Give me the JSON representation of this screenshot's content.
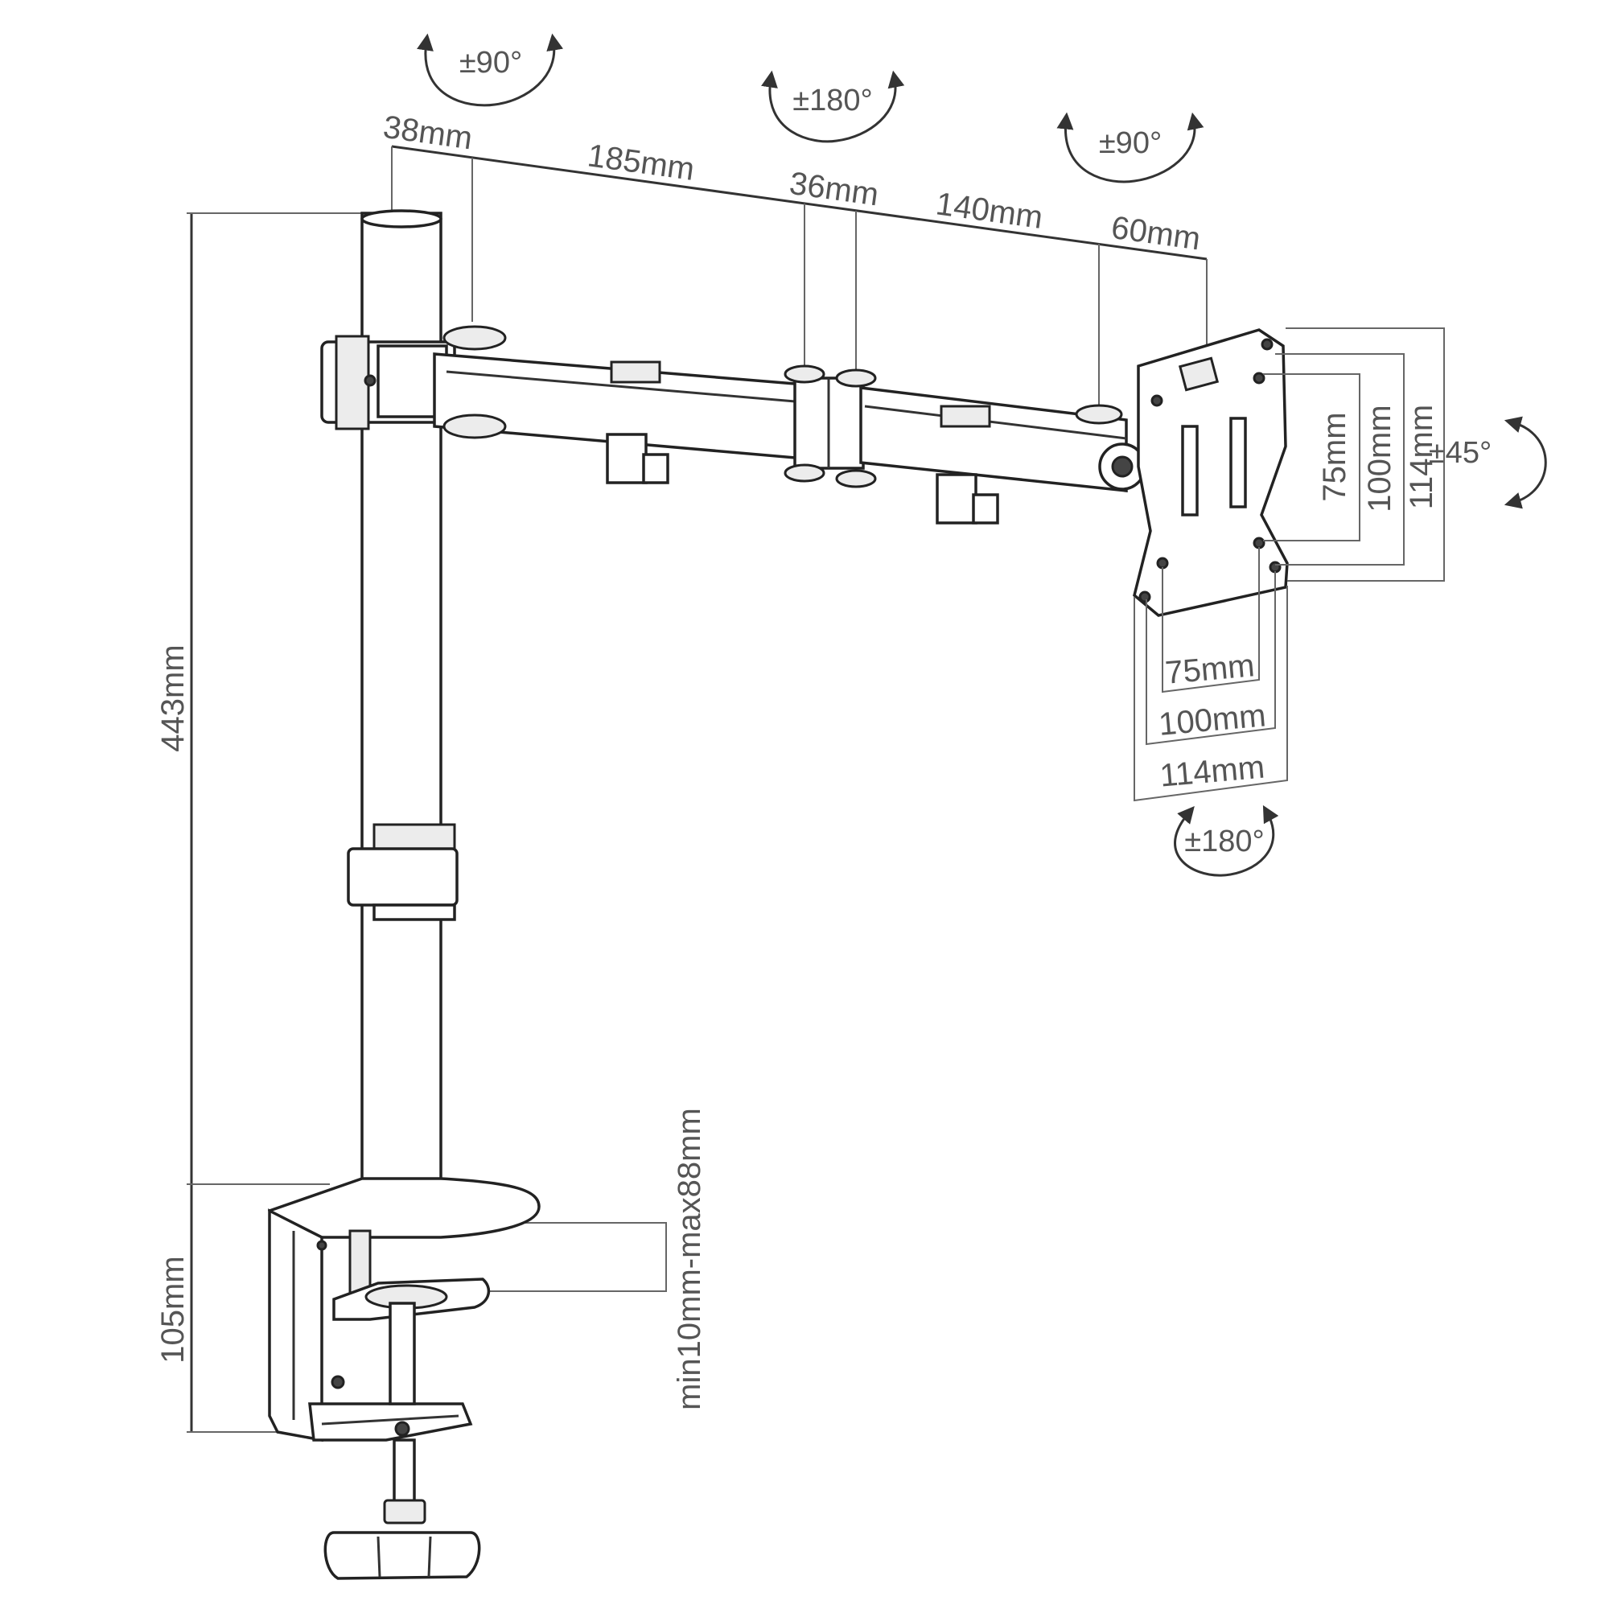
{
  "rotations": {
    "top_left": "±90°",
    "middle": "±180°",
    "top_right": "±90°",
    "tilt": "±45°",
    "rotate": "±180°"
  },
  "arm_dimensions": {
    "d1": "38mm",
    "d2": "185mm",
    "d3": "36mm",
    "d4": "140mm",
    "d5": "60mm"
  },
  "height_dimensions": {
    "pole": "443mm",
    "clamp": "105mm",
    "desk_thickness": "min10mm-max88mm"
  },
  "vesa_vertical": {
    "v75": "75mm",
    "v100": "100mm",
    "v114": "114mm"
  },
  "vesa_horizontal": {
    "h75": "75mm",
    "h100": "100mm",
    "h114": "114mm"
  }
}
